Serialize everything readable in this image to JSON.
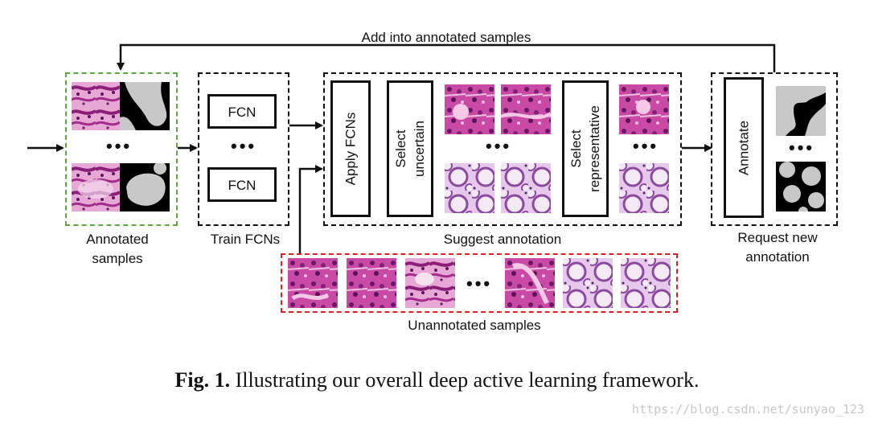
{
  "diagram": {
    "feedback_label": "Add into annotated samples",
    "annotated": {
      "label_line1": "Annotated",
      "label_line2": "samples",
      "ellipsis": "•••"
    },
    "train": {
      "fcn_top": "FCN",
      "fcn_bottom": "FCN",
      "ellipsis": "•••",
      "label": "Train FCNs"
    },
    "suggest": {
      "apply": "Apply FCNs",
      "uncertain_line1": "Select",
      "uncertain_line2": "uncertain",
      "representative_line1": "Select",
      "representative_line2": "representative",
      "ellipsis_1": "•••",
      "ellipsis_2": "•••",
      "label": "Suggest annotation"
    },
    "request": {
      "annotate": "Annotate",
      "ellipsis": "•••",
      "label_line1": "Request new",
      "label_line2": "annotation"
    },
    "unannotated": {
      "label": "Unannotated samples",
      "ellipsis": "•••"
    },
    "colors": {
      "green_dash": "#5aaa3a",
      "red_dash": "#e02020",
      "tissue_pink": "#c03c9a",
      "mask_gray": "#c8c8c8"
    }
  },
  "caption": {
    "fig": "Fig. 1.",
    "text": "Illustrating our overall deep active learning framework."
  },
  "watermark": "https://blog.csdn.net/sunyao_123"
}
